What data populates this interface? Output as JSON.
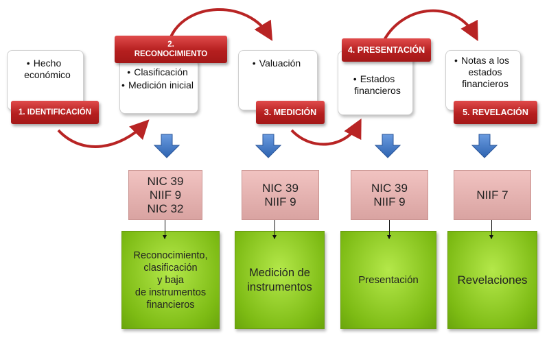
{
  "steps": [
    {
      "label": "1. IDENTIFICACIÓN",
      "bullets": [
        "Hecho económico"
      ]
    },
    {
      "label": "2.\nRECONOCIMIENTO",
      "bullets": [
        "Clasificación",
        "Medición inicial"
      ]
    },
    {
      "label": "3. MEDICIÓN",
      "bullets": [
        "Valuación"
      ]
    },
    {
      "label": "4. PRESENTACIÓN",
      "bullets": [
        "Estados financieros"
      ]
    },
    {
      "label": "5. REVELACIÓN",
      "bullets": [
        "Notas a los estados financieros"
      ]
    }
  ],
  "standards": [
    {
      "text": "NIC 39\nNIIF 9\nNIC 32",
      "topic": "Reconocimiento,\nclasificación\ny baja\nde instrumentos\nfinancieros"
    },
    {
      "text": "NIC 39\nNIIF 9",
      "topic": "Medición de\ninstrumentos"
    },
    {
      "text": "NIC 39\nNIIF 9",
      "topic": "Presentación"
    },
    {
      "text": "NIIF 7",
      "topic": "Revelaciones"
    }
  ],
  "colors": {
    "label_red": "#b51f1f",
    "arrow_red": "#b82424",
    "pink_box": "#e8b4b2",
    "green_box": "#8fcf24",
    "blue_arrow": "#3e78c4"
  },
  "icons": {
    "curved_arrow": "curved-arrow-icon",
    "down_arrow": "down-arrow-icon"
  }
}
